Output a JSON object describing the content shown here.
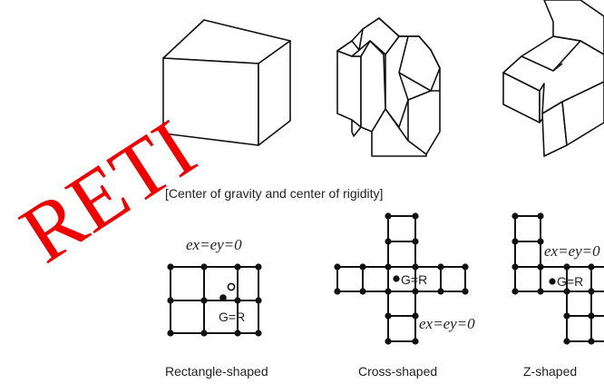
{
  "caption": "[Center of gravity and center of rigidity]",
  "watermark": "RETI",
  "eccentricity_label": "ex=ey=0",
  "center_label": "G=R",
  "shapes": [
    {
      "name": "Rectangle-shaped"
    },
    {
      "name": "Cross-shaped"
    },
    {
      "name": "Z-shaped"
    }
  ],
  "colors": {
    "line": "#111111",
    "watermark": "#ee0000"
  }
}
